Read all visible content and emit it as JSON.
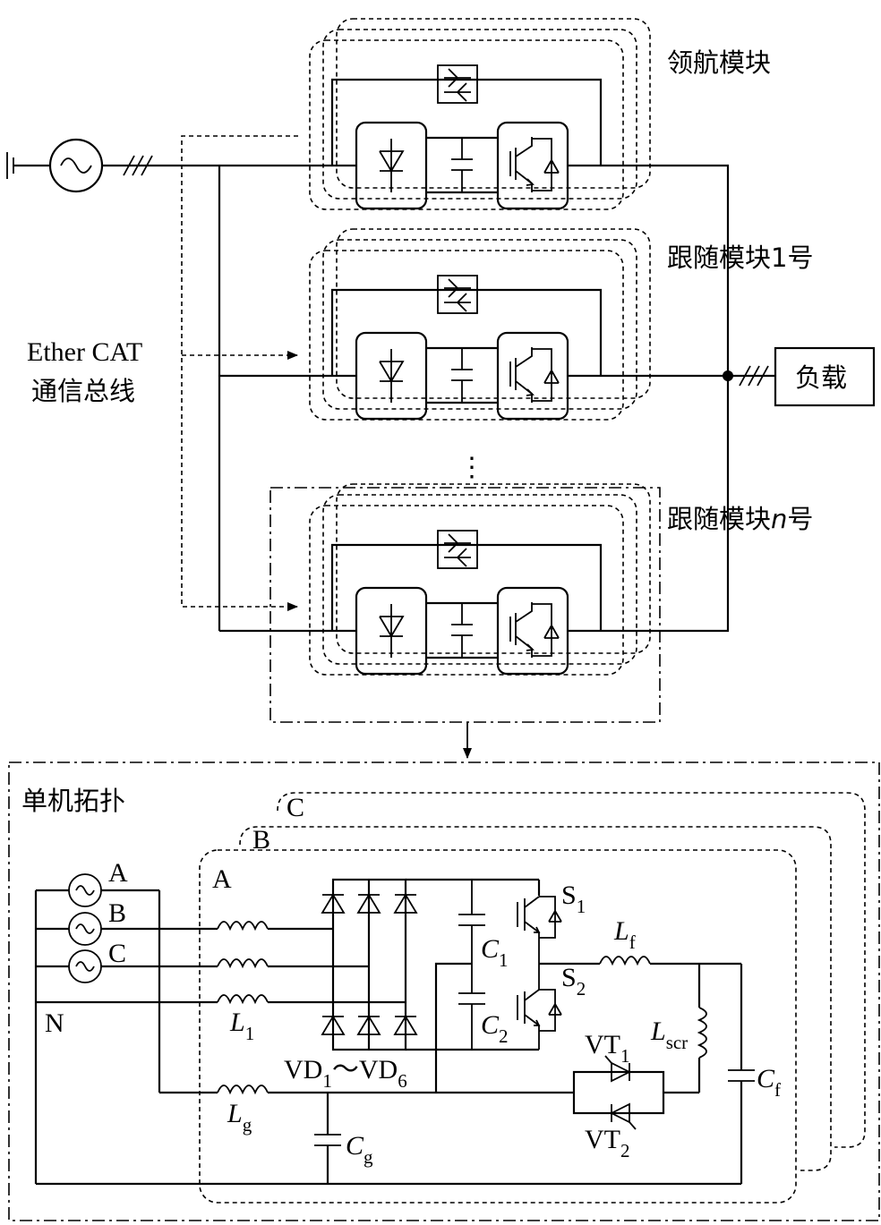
{
  "labels": {
    "lead_module": "领航模块",
    "follow_module_1": "跟随模块1号",
    "follow_module_n_prefix": "跟随模块",
    "follow_module_n_var": "n",
    "follow_module_n_suffix": "号",
    "bus_line1": "Ether CAT",
    "bus_line2": "通信总线",
    "load": "负载",
    "single_topology": "单机拓扑",
    "ellipsis": "⋮"
  },
  "phases": {
    "a": "A",
    "b": "B",
    "c": "C",
    "n": "N"
  },
  "components": {
    "L1": "L",
    "L1_sub": "1",
    "Lg": "L",
    "Lg_sub": "g",
    "Lf": "L",
    "Lf_sub": "f",
    "Lscr": "L",
    "Lscr_sub": "scr",
    "C1": "C",
    "C1_sub": "1",
    "C2": "C",
    "C2_sub": "2",
    "Cf": "C",
    "Cf_sub": "f",
    "Cg": "C",
    "Cg_sub": "g",
    "S1": "S",
    "S1_sub": "1",
    "S2": "S",
    "S2_sub": "2",
    "VT1": "VT",
    "VT1_sub": "1",
    "VT2": "VT",
    "VT2_sub": "2",
    "VD_a": "VD",
    "VD_a_sub": "1",
    "VD_sep": "～",
    "VD_b": "VD",
    "VD_b_sub": "6"
  },
  "icons": {
    "ac_source": "ac-source-icon",
    "ground": "ground-icon",
    "diode": "diode-icon",
    "igbt": "igbt-icon",
    "capacitor": "capacitor-icon",
    "inductor": "inductor-icon",
    "thyristor": "thyristor-icon"
  }
}
